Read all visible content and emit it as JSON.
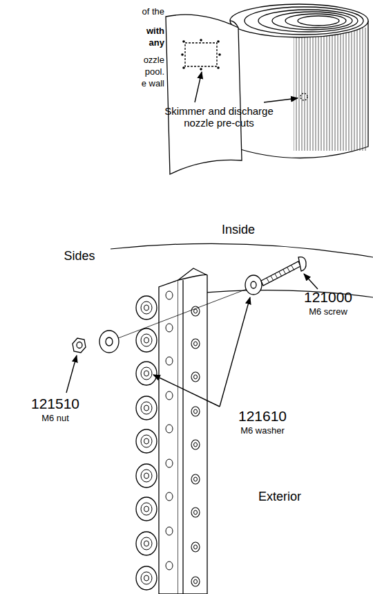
{
  "diagram": {
    "labels": [
      "of the",
      "with",
      "any",
      "ozzle",
      "pool.",
      "e wall",
      "Skimmer and discharge nozzle pre-cuts",
      "Inside",
      "Sides",
      "121000",
      "M6 screw",
      "121510",
      "M6 nut",
      "121610",
      "M6 washer",
      "Exterior"
    ]
  }
}
